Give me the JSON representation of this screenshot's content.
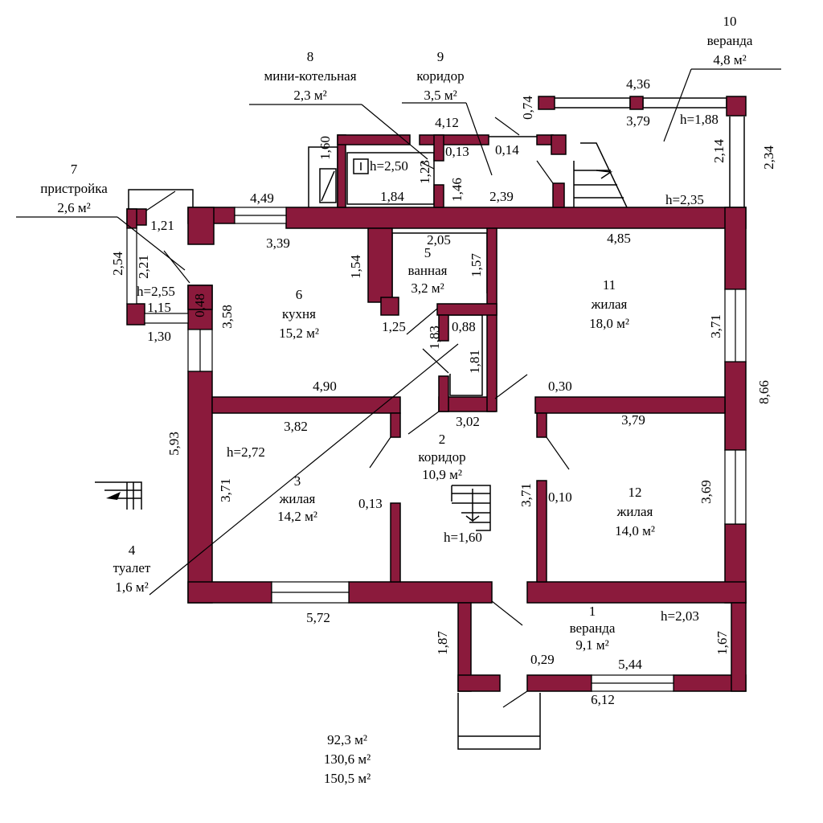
{
  "colors": {
    "wall": "#8b1a3c",
    "line": "#000000",
    "background": "#ffffff"
  },
  "rooms": {
    "r1": {
      "num": "1",
      "name": "веранда",
      "area": "9,1 м²"
    },
    "r2": {
      "num": "2",
      "name": "коридор",
      "area": "10,9 м²"
    },
    "r3": {
      "num": "3",
      "name": "жилая",
      "area": "14,2 м²"
    },
    "r4": {
      "num": "4",
      "name": "туалет",
      "area": "1,6 м²"
    },
    "r5": {
      "num": "5",
      "name": "ванная",
      "area": "3,2 м²"
    },
    "r6": {
      "num": "6",
      "name": "кухня",
      "area": "15,2 м²"
    },
    "r7": {
      "num": "7",
      "name": "пристройка",
      "area": "2,6 м²"
    },
    "r8": {
      "num": "8",
      "name": "мини-котельная",
      "area": "2,3 м²"
    },
    "r9": {
      "num": "9",
      "name": "коридор",
      "area": "3,5 м²"
    },
    "r10": {
      "num": "10",
      "name": "веранда",
      "area": "4,8 м²"
    },
    "r11": {
      "num": "11",
      "name": "жилая",
      "area": "18,0 м²"
    },
    "r12": {
      "num": "12",
      "name": "жилая",
      "area": "14,0 м²"
    }
  },
  "heights": {
    "h_255": "h=2,55",
    "h_250": "h=2,50",
    "h_188": "h=1,88",
    "h_235": "h=2,35",
    "h_272": "h=2,72",
    "h_160": "h=1,60",
    "h_203": "h=2,03"
  },
  "dims": {
    "d_449": "4,49",
    "d_339": "3,39",
    "d_184": "1,84",
    "d_239": "2,39",
    "d_412": "4,12",
    "d_013a": "0,13",
    "d_014": "0,14",
    "d_436": "4,36",
    "d_379a": "3,79",
    "d_485": "4,85",
    "d_205": "2,05",
    "d_121": "1,21",
    "d_254": "2,54",
    "d_221": "2,21",
    "d_115": "1,15",
    "d_130": "1,30",
    "d_358": "3,58",
    "d_154": "1,54",
    "d_125": "1,25",
    "d_157": "1,57",
    "d_088": "0,88",
    "d_183": "1,83",
    "d_181": "1,81",
    "d_490": "4,90",
    "d_382": "3,82",
    "d_302": "3,02",
    "d_030": "0,30",
    "d_379b": "3,79",
    "d_371a": "3,71",
    "d_371b": "3,71",
    "d_371c": "3,71",
    "d_013b": "0,13",
    "d_010": "0,10",
    "d_369": "3,69",
    "d_866": "8,66",
    "d_593": "5,93",
    "d_572": "5,72",
    "d_187": "1,87",
    "d_029": "0,29",
    "d_544": "5,44",
    "d_612": "6,12",
    "d_167": "1,67",
    "d_074": "0,74",
    "d_214": "2,14",
    "d_234": "2,34",
    "d_160v": "1,60",
    "d_123": "1,23",
    "d_146": "1,46",
    "d_048": "0,48"
  },
  "totals": [
    "92,3 м²",
    "130,6 м²",
    "150,5 м²"
  ]
}
